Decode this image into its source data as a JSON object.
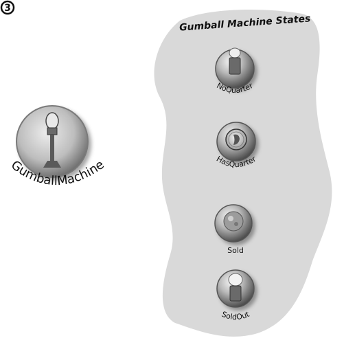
{
  "step_number": "3",
  "main_object": {
    "label": "GumballMachine",
    "icon": "gumball-machine-icon"
  },
  "states_panel": {
    "title": "Gumball Machine States",
    "background": "#d9d9d9",
    "states": [
      {
        "label": "NoQuarter",
        "icon": "gumball-machine-icon"
      },
      {
        "label": "HasQuarter",
        "icon": "quarter-coin-icon"
      },
      {
        "label": "Sold",
        "icon": "gumball-icon"
      },
      {
        "label": "SoldOut",
        "icon": "empty-gumball-machine-icon"
      }
    ]
  }
}
